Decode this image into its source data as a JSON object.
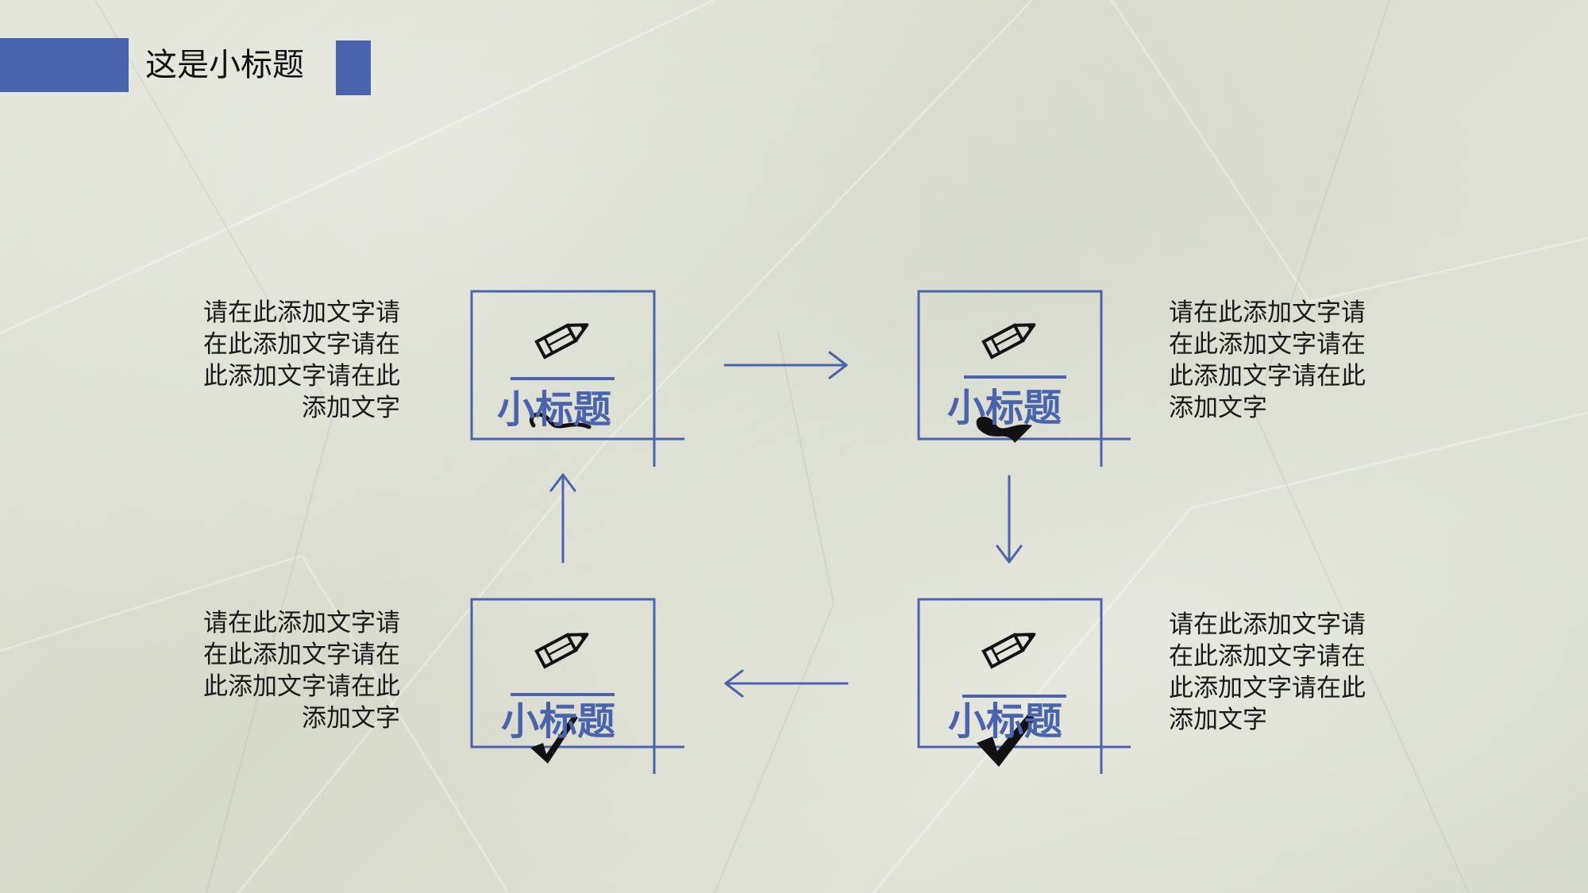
{
  "header": {
    "title": "这是小标题"
  },
  "steps": [
    {
      "title": "小标题",
      "text": "请在此添加文字请\n在此添加文字请在\n此添加文字请在此\n添加文字"
    },
    {
      "title": "小标题",
      "text": "请在此添加文字请\n在此添加文字请在\n此添加文字请在此\n添加文字"
    },
    {
      "title": "小标题",
      "text": "请在此添加文字请\n在此添加文字请在\n此添加文字请在此\n添加文字"
    },
    {
      "title": "小标题",
      "text": "请在此添加文字请\n在此添加文字请在\n此添加文字请在此\n添加文字"
    }
  ],
  "icons": [
    "pencil-icon",
    "checkmark-icon",
    "arrow-right-icon",
    "arrow-down-icon",
    "arrow-left-icon",
    "arrow-up-icon"
  ],
  "colors": {
    "accent": "#4a63ad",
    "text": "#1a1a1a",
    "background": "#dcdfd2"
  }
}
